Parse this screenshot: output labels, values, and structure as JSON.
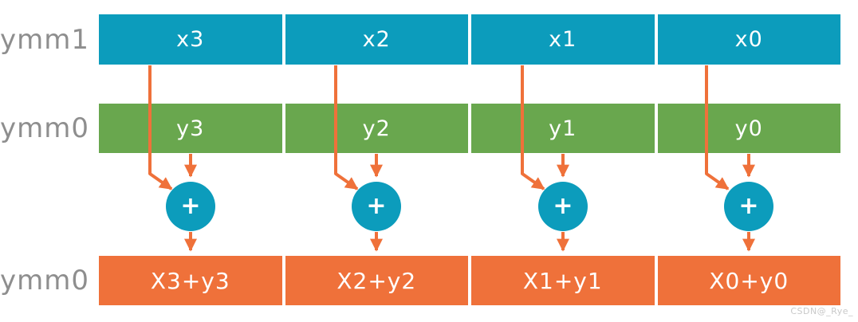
{
  "colors": {
    "teal": "#0C9CBC",
    "green": "#69A74E",
    "orange": "#EF713A",
    "label_gray": "#8E8E8E",
    "watermark_gray": "#C9C9C9",
    "cell_text": "#FFFFFF"
  },
  "diagram": {
    "rows": [
      {
        "label": "ymm1",
        "cells": [
          "x3",
          "x2",
          "x1",
          "x0"
        ]
      },
      {
        "label": "ymm0",
        "cells": [
          "y3",
          "y2",
          "y1",
          "y0"
        ]
      },
      {
        "label": "ymm0",
        "cells": [
          "X3+y3",
          "X2+y2",
          "X1+y1",
          "X0+y0"
        ]
      }
    ],
    "operator_symbol": "+"
  },
  "watermark": "CSDN@_Rye_"
}
